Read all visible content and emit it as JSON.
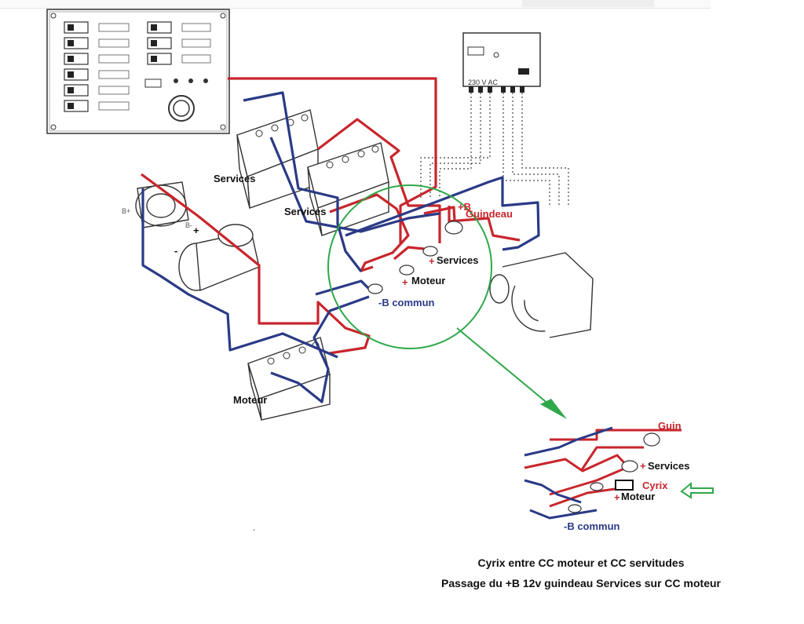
{
  "labels": {
    "services_1": "Services",
    "services_2": "Services",
    "services_plus": "Services",
    "moteur_plus": "Moteur",
    "b_commun": "-B commun",
    "plus_b": "+B",
    "guindeau": "Guindeau",
    "moteur_battery": "Moteur",
    "panel_230v": "230 V AC",
    "plus_sign": "+",
    "minus_sign": "-",
    "alt_b_plus": "B+",
    "alt_b_minus": "B-"
  },
  "inset_labels": {
    "guindeau_partial": "Guin",
    "services": "Services",
    "cyrix": "Cyrix",
    "moteur": "Moteur",
    "b_commun": "-B commun"
  },
  "captions": {
    "line1": "Cyrix entre CC moteur et  CC  servitudes",
    "line2": "Passage du +B 12v guindeau Services  sur CC moteur"
  },
  "colors": {
    "red_wire": "#c8262c",
    "blue_wire": "#2b3a86",
    "green_highlight": "#2fa84a",
    "line_art": "#333333"
  }
}
